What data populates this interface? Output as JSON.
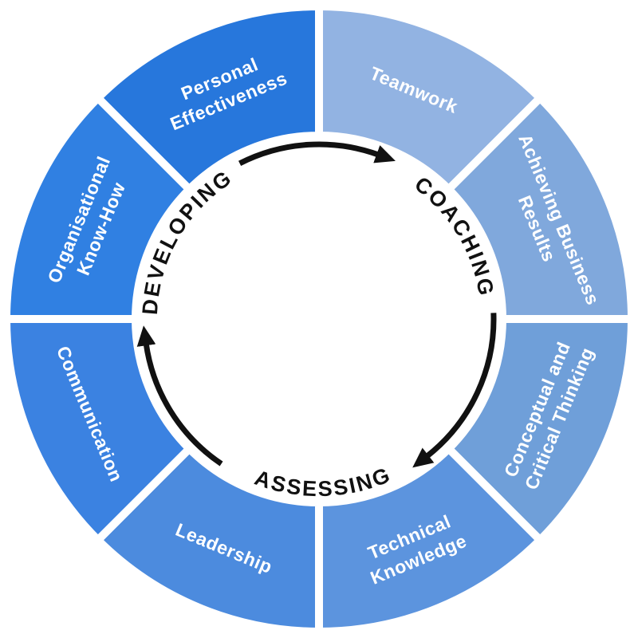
{
  "diagram": {
    "background": "#ffffff",
    "separator_color": "#ffffff",
    "ring": {
      "outer_radius": 392,
      "inner_radius": 230,
      "label_radius": 311,
      "gap_width": 10,
      "segments": [
        {
          "name": "personal-effectiveness",
          "label": [
            "Personal",
            "Effectiveness"
          ],
          "color": "#2777dc",
          "mid_angle": 112.5,
          "rotation": -22.5
        },
        {
          "name": "teamwork",
          "label": [
            "Teamwork"
          ],
          "color": "#92b3e2",
          "mid_angle": 67.5,
          "rotation": 22.5
        },
        {
          "name": "achieving-business-results",
          "label": [
            "Achieving Business",
            "Results"
          ],
          "color": "#80a8dc",
          "mid_angle": 22.5,
          "rotation": 67.5
        },
        {
          "name": "conceptual-and-critical-thinking",
          "label": [
            "Conceptual and",
            "Critical Thinking"
          ],
          "color": "#6f9fd9",
          "mid_angle": 337.5,
          "rotation": -67.5
        },
        {
          "name": "technical-knowledge",
          "label": [
            "Technical",
            "Knowledge"
          ],
          "color": "#5c94de",
          "mid_angle": 292.5,
          "rotation": -22.5
        },
        {
          "name": "leadership",
          "label": [
            "Leadership"
          ],
          "color": "#4c8bde",
          "mid_angle": 247.5,
          "rotation": 22.5
        },
        {
          "name": "communication",
          "label": [
            "Communication"
          ],
          "color": "#3b82e1",
          "mid_angle": 202.5,
          "rotation": 67.5
        },
        {
          "name": "organisational-know-how",
          "label": [
            "Organisational",
            "Know-How"
          ],
          "color": "#3080e2",
          "mid_angle": 157.5,
          "rotation": -67.5
        }
      ]
    },
    "cycle": {
      "text_color": "#111111",
      "arrow_color": "#111111",
      "arrow_stroke_width": 7,
      "word_radius_outward": 203,
      "word_radius_inward": 222,
      "arrow_radius": 219,
      "words": [
        {
          "name": "developing",
          "text": "DEVELOPING",
          "path": "cw",
          "offset_pct": 83.3
        },
        {
          "name": "coaching",
          "text": "COACHING",
          "path": "cw",
          "offset_pct": 16.4
        },
        {
          "name": "assessing",
          "text": "ASSESSING",
          "path": "ccw",
          "offset_pct": 50.4
        }
      ],
      "arrows": [
        {
          "name": "developing-to-coaching",
          "from_deg": 117,
          "to_deg": 70
        },
        {
          "name": "coaching-to-assessing",
          "from_deg": 2,
          "to_deg": 308
        },
        {
          "name": "assessing-to-developing",
          "from_deg": 236,
          "to_deg": 188
        }
      ]
    }
  }
}
